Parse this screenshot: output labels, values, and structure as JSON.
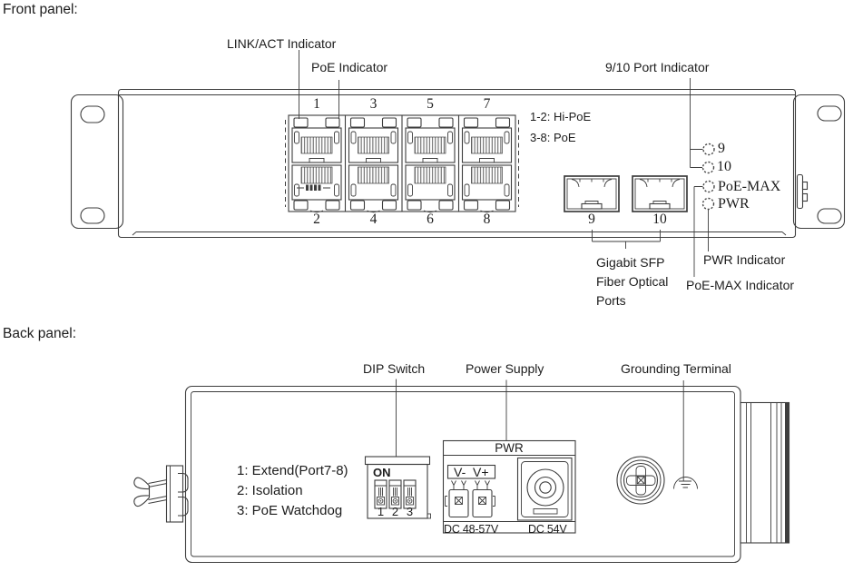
{
  "front": {
    "section_label": "Front panel:",
    "labels": {
      "link_act": "LINK/ACT Indicator",
      "poe": "PoE Indicator",
      "port_9_10": "9/10 Port Indicator",
      "note_line1": "1-2: Hi-PoE",
      "note_line2": "3-8: PoE",
      "sfp_caption_line1": "Gigabit SFP",
      "sfp_caption_line2": "Fiber Optical",
      "sfp_caption_line3": "Ports",
      "pwr_indicator": "PWR Indicator",
      "poe_max_indicator": "PoE-MAX Indicator"
    },
    "port_numbers": {
      "top": [
        "1",
        "3",
        "5",
        "7"
      ],
      "bottom": [
        "2",
        "4",
        "6",
        "8"
      ],
      "sfp": [
        "9",
        "10"
      ]
    },
    "status_leds": [
      "9",
      "10",
      "PoE-MAX",
      "PWR"
    ]
  },
  "back": {
    "section_label": "Back panel:",
    "labels": {
      "dip_switch": "DIP Switch",
      "power_supply": "Power Supply",
      "grounding_terminal": "Grounding Terminal"
    },
    "dip": {
      "notes": [
        "1: Extend(Port7-8)",
        "2: Isolation",
        "3: PoE Watchdog"
      ],
      "on_label": "ON",
      "switch_numbers": [
        "1",
        "2",
        "3"
      ]
    },
    "power": {
      "header": "PWR",
      "terminal_neg": "V-",
      "terminal_pos": "V+",
      "terminal_rating": "DC 48-57V",
      "jack_rating": "DC 54V"
    }
  },
  "colors": {
    "line": "#3d3d3d",
    "text": "#1c1c1c",
    "background": "#ffffff"
  }
}
